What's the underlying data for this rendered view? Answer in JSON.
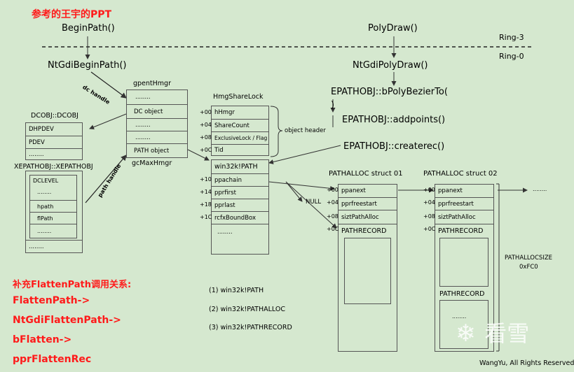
{
  "title": "参考的王宇的PPT",
  "flow": {
    "begin_path": "BeginPath()",
    "poly_draw": "PolyDraw()",
    "ring3": "Ring-3",
    "ring0": "Ring-0",
    "nt_begin_path": "NtGdiBeginPath()",
    "nt_poly_draw": "NtGdiPolyDraw()",
    "bpoly_a": "EPATHOBJ::bPolyBezierTo(",
    "bpoly_b": ")",
    "addpoints": "EPATHOBJ::addpoints()",
    "createrec": "EPATHOBJ::createrec()",
    "dc_handle": "dc handle",
    "path_handle": "path handle"
  },
  "gpent": {
    "title": "gpentHmgr",
    "rows": [
      "........",
      "DC object",
      "........",
      "........",
      "PATH object"
    ],
    "footer": "gcMaxHmgr"
  },
  "dcobj": {
    "title": "DCOBJ::DCOBJ",
    "rows": [
      "DHPDEV",
      "PDEV",
      "........"
    ]
  },
  "xepath": {
    "title": "XEPATHOBJ::XEPATHOBJ",
    "inner": [
      "DCLEVEL",
      "........",
      "hpath",
      "flPath",
      "........"
    ],
    "bottom": "........"
  },
  "hmg": {
    "title": "HmgShareLock",
    "rows": [
      {
        "off": "+00",
        "label": "hHmgr"
      },
      {
        "off": "+04",
        "label": "ShareCount"
      },
      {
        "off": "+08",
        "label": "ExclusiveLock / Flag"
      },
      {
        "off": "+0C",
        "label": "Tid"
      }
    ],
    "brace_label": "object header",
    "path_title": "win32k!PATH",
    "path_rows": [
      {
        "off": "+10",
        "label": "ppachain"
      },
      {
        "off": "+14",
        "label": "pprfirst"
      },
      {
        "off": "+18",
        "label": "pprlast"
      },
      {
        "off": "+1C",
        "label": "rcfxBoundBox"
      },
      {
        "off": "",
        "label": "........"
      }
    ],
    "null_label": "NULL"
  },
  "palloc1": {
    "title": "PATHALLOC struct 01",
    "rows": [
      {
        "off": "+00",
        "label": "ppanext"
      },
      {
        "off": "+04",
        "label": "pprfreestart"
      },
      {
        "off": "+08",
        "label": "siztPathAlloc"
      }
    ],
    "rec_off": "+0C",
    "rec_label": "PATHRECORD"
  },
  "palloc2": {
    "title": "PATHALLOC struct 02",
    "rows": [
      {
        "off": "+00",
        "label": "ppanext"
      },
      {
        "off": "+04",
        "label": "pprfreestart"
      },
      {
        "off": "+08",
        "label": "siztPathAlloc"
      }
    ],
    "rec_off": "+0C",
    "rec_label_1": "PATHRECORD",
    "rec_label_2": "PATHRECORD",
    "dots": "........",
    "size_label_1": "PATHALLOCSIZE",
    "size_label_2": "0xFC0",
    "more": "........"
  },
  "notes": {
    "red_heading": "补充FlattenPath调用关系:",
    "red_lines": [
      "FlattenPath->",
      "NtGdiFlattenPath->",
      "bFlatten->",
      "pprFlattenRec"
    ],
    "list": [
      "(1) win32k!PATH",
      "(2) win32k!PATHALLOC",
      "(3) win32k!PATHRECORD"
    ]
  },
  "watermark": "看雪",
  "copyright": "WangYu, All Rights Reserved."
}
